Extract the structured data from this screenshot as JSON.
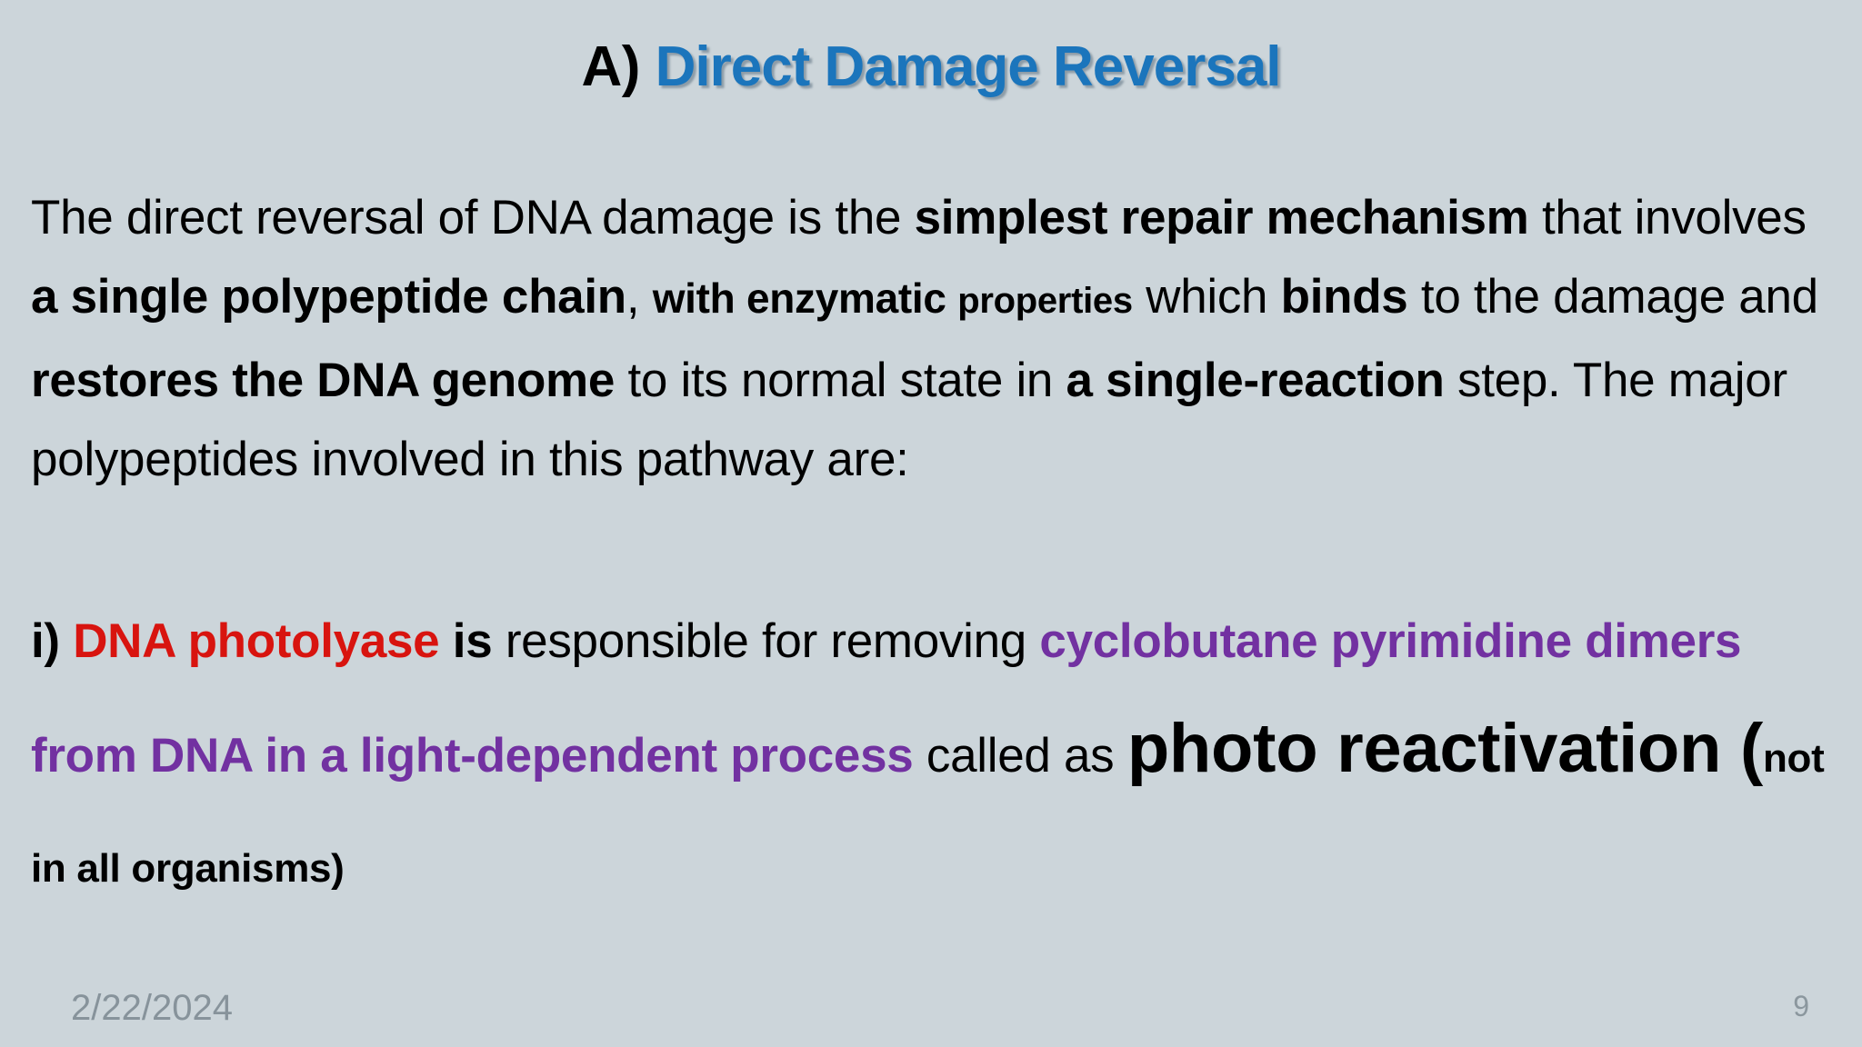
{
  "slide": {
    "background_color": "#ccd5da",
    "title": {
      "prefix": "A) ",
      "main": "Direct Damage Reversal",
      "prefix_color": "#000000",
      "main_color": "#1b75bc"
    },
    "paragraph_1": {
      "runs": [
        {
          "text": "The direct reversal of DNA damage is the ",
          "style": "regular"
        },
        {
          "text": "simplest repair mechanism",
          "style": "bold"
        },
        {
          "text": " that involves ",
          "style": "regular"
        },
        {
          "text": "a single  polypeptide chain",
          "style": "bold"
        },
        {
          "text": ", ",
          "style": "regular"
        },
        {
          "text": "with enzymatic ",
          "style": "bold-small"
        },
        {
          "text": "properties",
          "style": "bold-xsmall"
        },
        {
          "text": " which ",
          "style": "regular"
        },
        {
          "text": "binds",
          "style": "bold"
        },
        {
          "text": " to the damage and ",
          "style": "regular"
        },
        {
          "text": "restores the DNA genome",
          "style": "bold"
        },
        {
          "text": " to its normal state in ",
          "style": "regular"
        },
        {
          "text": "a single-reaction",
          "style": "bold"
        },
        {
          "text": " step. The  major polypeptides involved in this pathway are:",
          "style": "regular"
        }
      ]
    },
    "paragraph_2": {
      "runs": [
        {
          "text": "i) ",
          "style": "bold",
          "color": "#000000"
        },
        {
          "text": "DNA photolyase",
          "style": "bold",
          "color": "#d8140f"
        },
        {
          "text": " is",
          "style": "bold",
          "color": "#000000"
        },
        {
          "text": " responsible for removing ",
          "style": "regular",
          "color": "#000000"
        },
        {
          "text": "cyclobutane pyrimidine dimers from DNA in a light-dependent process",
          "style": "bold",
          "color": "#7231a1"
        },
        {
          "text": " called as ",
          "style": "regular",
          "color": "#000000"
        },
        {
          "text": "photo reactivation ",
          "style": "huge-bold",
          "color": "#000000"
        },
        {
          "text": "(",
          "style": "huge-bold",
          "color": "#000000"
        },
        {
          "text": "not in all organisms)",
          "style": "small-bold",
          "color": "#000000"
        }
      ]
    },
    "footer": {
      "date": "2/22/2024",
      "page_number": "9",
      "text_color": "#87939b"
    }
  }
}
